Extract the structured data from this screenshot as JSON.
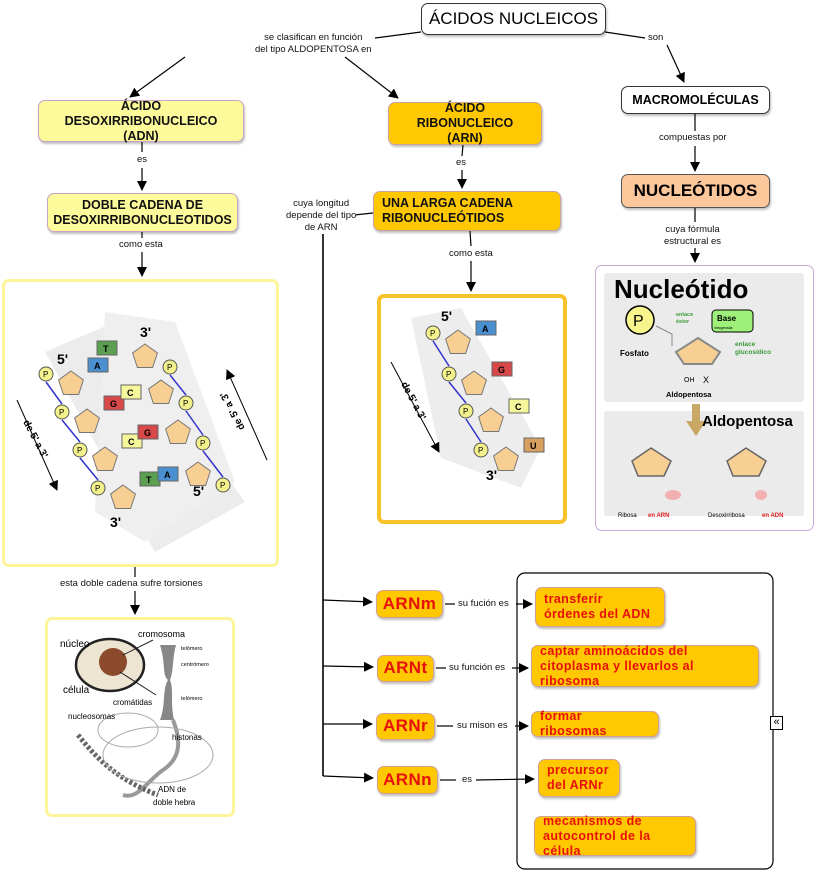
{
  "title": "ÁCIDOS NUCLEICOS",
  "links": {
    "clasifican": "se clasifican en función",
    "clasifican2": "del tipo ALDOPENTOSA en",
    "son": "son",
    "adn_es": "es",
    "arn_es": "es",
    "adn_como": "como esta",
    "arn_como": "como esta",
    "torsiones": "esta doble cadena sufre torsiones",
    "longitud1": "cuya longitud",
    "longitud2": "depende del tipo",
    "longitud3": "de ARN",
    "compuestas": "compuestas por",
    "formula1": "cuya fórmula",
    "formula2": "estructural es",
    "m_func": "su fución es",
    "t_func": "su función es",
    "r_func": "su mison es",
    "n_func": "es"
  },
  "nodes": {
    "adn": "ÁCIDO DESOXIRRIBONUCLEICO (ADN)",
    "doble": "DOBLE CADENA DE DESOXIRRIBONUCLEOTIDOS",
    "arn": "ÁCIDO RIBONUCLEICO (ARN)",
    "larga": "UNA LARGA CADENA RIBONUCLEÓTIDOS",
    "macro": "MACROMOLÉCULAS",
    "nucleotidos": "NUCLEÓTIDOS",
    "arnm": "ARNm",
    "arnt": "ARNt",
    "arnr": "ARNr",
    "arnn": "ARNn",
    "transferir": "transferir órdenes del ADN",
    "captar": "captar aminoácidos del citoplasma y llevarlos al ribosoma",
    "formar": "formar ribosomas",
    "precursor": "precursor del ARNr",
    "mecanismos": "mecanismos de autocontrol de la célula"
  },
  "dna_image": {
    "five": "5'",
    "three": "3'",
    "dir": "de 5' a 3'",
    "bases_left": [
      "A",
      "G",
      "C",
      "T"
    ],
    "bases_right": [
      "T",
      "C",
      "G",
      "A"
    ]
  },
  "rna_image": {
    "five": "5'",
    "three": "3'",
    "dir": "de 5' a 3'",
    "bases": [
      "A",
      "G",
      "C",
      "U"
    ]
  },
  "chromo_image": {
    "nucleo": "núcleo",
    "celula": "célula",
    "cromosoma": "cromosoma",
    "telomero": "telómero",
    "centromero": "centrómero",
    "cromatidas": "cromátidas",
    "nucleosomas": "nucleosomas",
    "histonas": "histonas",
    "adn1": "ADN de",
    "adn2": "doble hebra"
  },
  "nucleotide_image": {
    "title": "Nucleótido",
    "p": "P",
    "fosfato": "Fosfato",
    "ester1": "enlace",
    "ester2": "éster",
    "base": "Base",
    "nitro": "nitrogenada",
    "gluc1": "enlace",
    "gluc2": "glucosídico",
    "aldo": "Aldopentosa",
    "oh": "OH",
    "x": "X",
    "aldo_title": "Aldopentosa",
    "ribosa": "Ribosa",
    "en_arn": "en ARN",
    "desoxi": "Desoxirribosa",
    "en_adn": "en ADN"
  },
  "collapse_icon": "«",
  "colors": {
    "yellow_node": "#fdfa9c",
    "orange_node": "#ffc800",
    "peach_node": "#fcc89b",
    "red_text": "#e8100a"
  }
}
